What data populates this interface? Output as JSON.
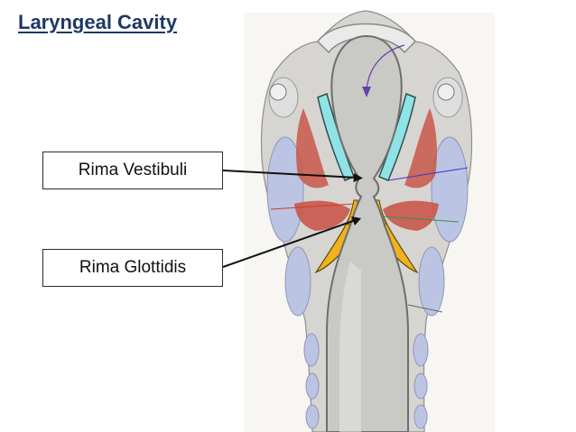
{
  "slide": {
    "title": "Laryngeal Cavity"
  },
  "labels": {
    "rima_vestibuli": "Rima Vestibuli",
    "rima_glottidis": "Rima Glottidis"
  },
  "colors": {
    "title": "#1f3864",
    "tissue_gray": "#d4d4d0",
    "muscle_red": "#c9574a",
    "cartilage_blue": "#bcc4e4",
    "ventricle_cyan": "#8fe3e6",
    "vocal_yellow": "#f2b21c"
  }
}
